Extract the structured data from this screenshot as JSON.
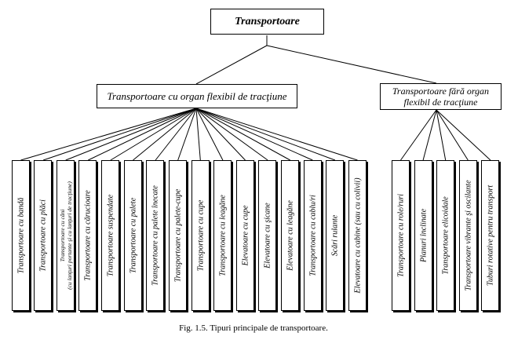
{
  "root": {
    "label": "Transportoare"
  },
  "groups": [
    {
      "label": "Transportoare cu organ flexibil de tracţiune",
      "children": [
        "Transportoare cu bandă",
        "Transportoare cu plăci",
        [
          "Transportoare cu căni",
          "(cu lanţuri portante şi cu lanţuri de tracţiune)"
        ],
        "Transportoare cu cărucioare",
        "Transportoare suspendate",
        "Transportoare cu palete",
        "Transportoare cu palete înecate",
        "Transportoare cu palete-cupe",
        "Transportoare cu cupe",
        "Transportoare cu leagăne",
        "Elevatoare cu cupe",
        "Elevatoare cu şicane",
        "Elevatoare cu leagăne",
        "Transportoare cu cablu/ri",
        "Scări rulante",
        "Elevatoare cu cabine (sau cu colivii)"
      ]
    },
    {
      "label": "Transportoare fără organ flexibil de tracţiune",
      "children": [
        "Transportoare cu role/ruri",
        "Planuri înclinate",
        "Transportoare elicoidale",
        "Transportoare vibrante şi oscilante",
        "Tuburi rotative pentru transport"
      ]
    }
  ],
  "caption": "Fig. 1.5. Tipuri principale de transportoare."
}
